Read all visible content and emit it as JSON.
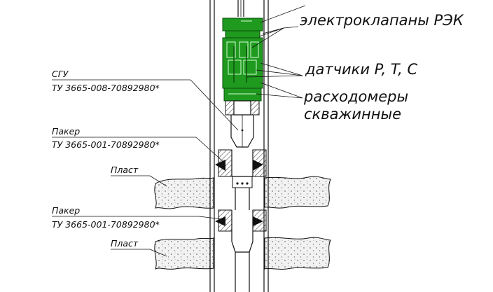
{
  "labels": {
    "valves": "электроклапаны РЭК",
    "sensors": "датчики P, T, C",
    "flowmeters_line1": "расходомеры",
    "flowmeters_line2": "скважинные",
    "sgu_name": "СГУ",
    "sgu_spec": "ТУ 3665-008-70892980*",
    "packer1_name": "Пакер",
    "packer1_spec": "ТУ 3665-001-70892980*",
    "layer1": "Пласт",
    "packer2_name": "Пакер",
    "packer2_spec": "ТУ 3665-001-70892980*",
    "layer2": "Пласт"
  },
  "colors": {
    "equipment_green": "#1f9a1f",
    "line": "#111111",
    "rock_fill": "#f2f2f2",
    "rock_dots": "#777777"
  },
  "icons": [
    "valve-icon",
    "sensor-icon",
    "flowmeter-icon",
    "packer-icon"
  ]
}
